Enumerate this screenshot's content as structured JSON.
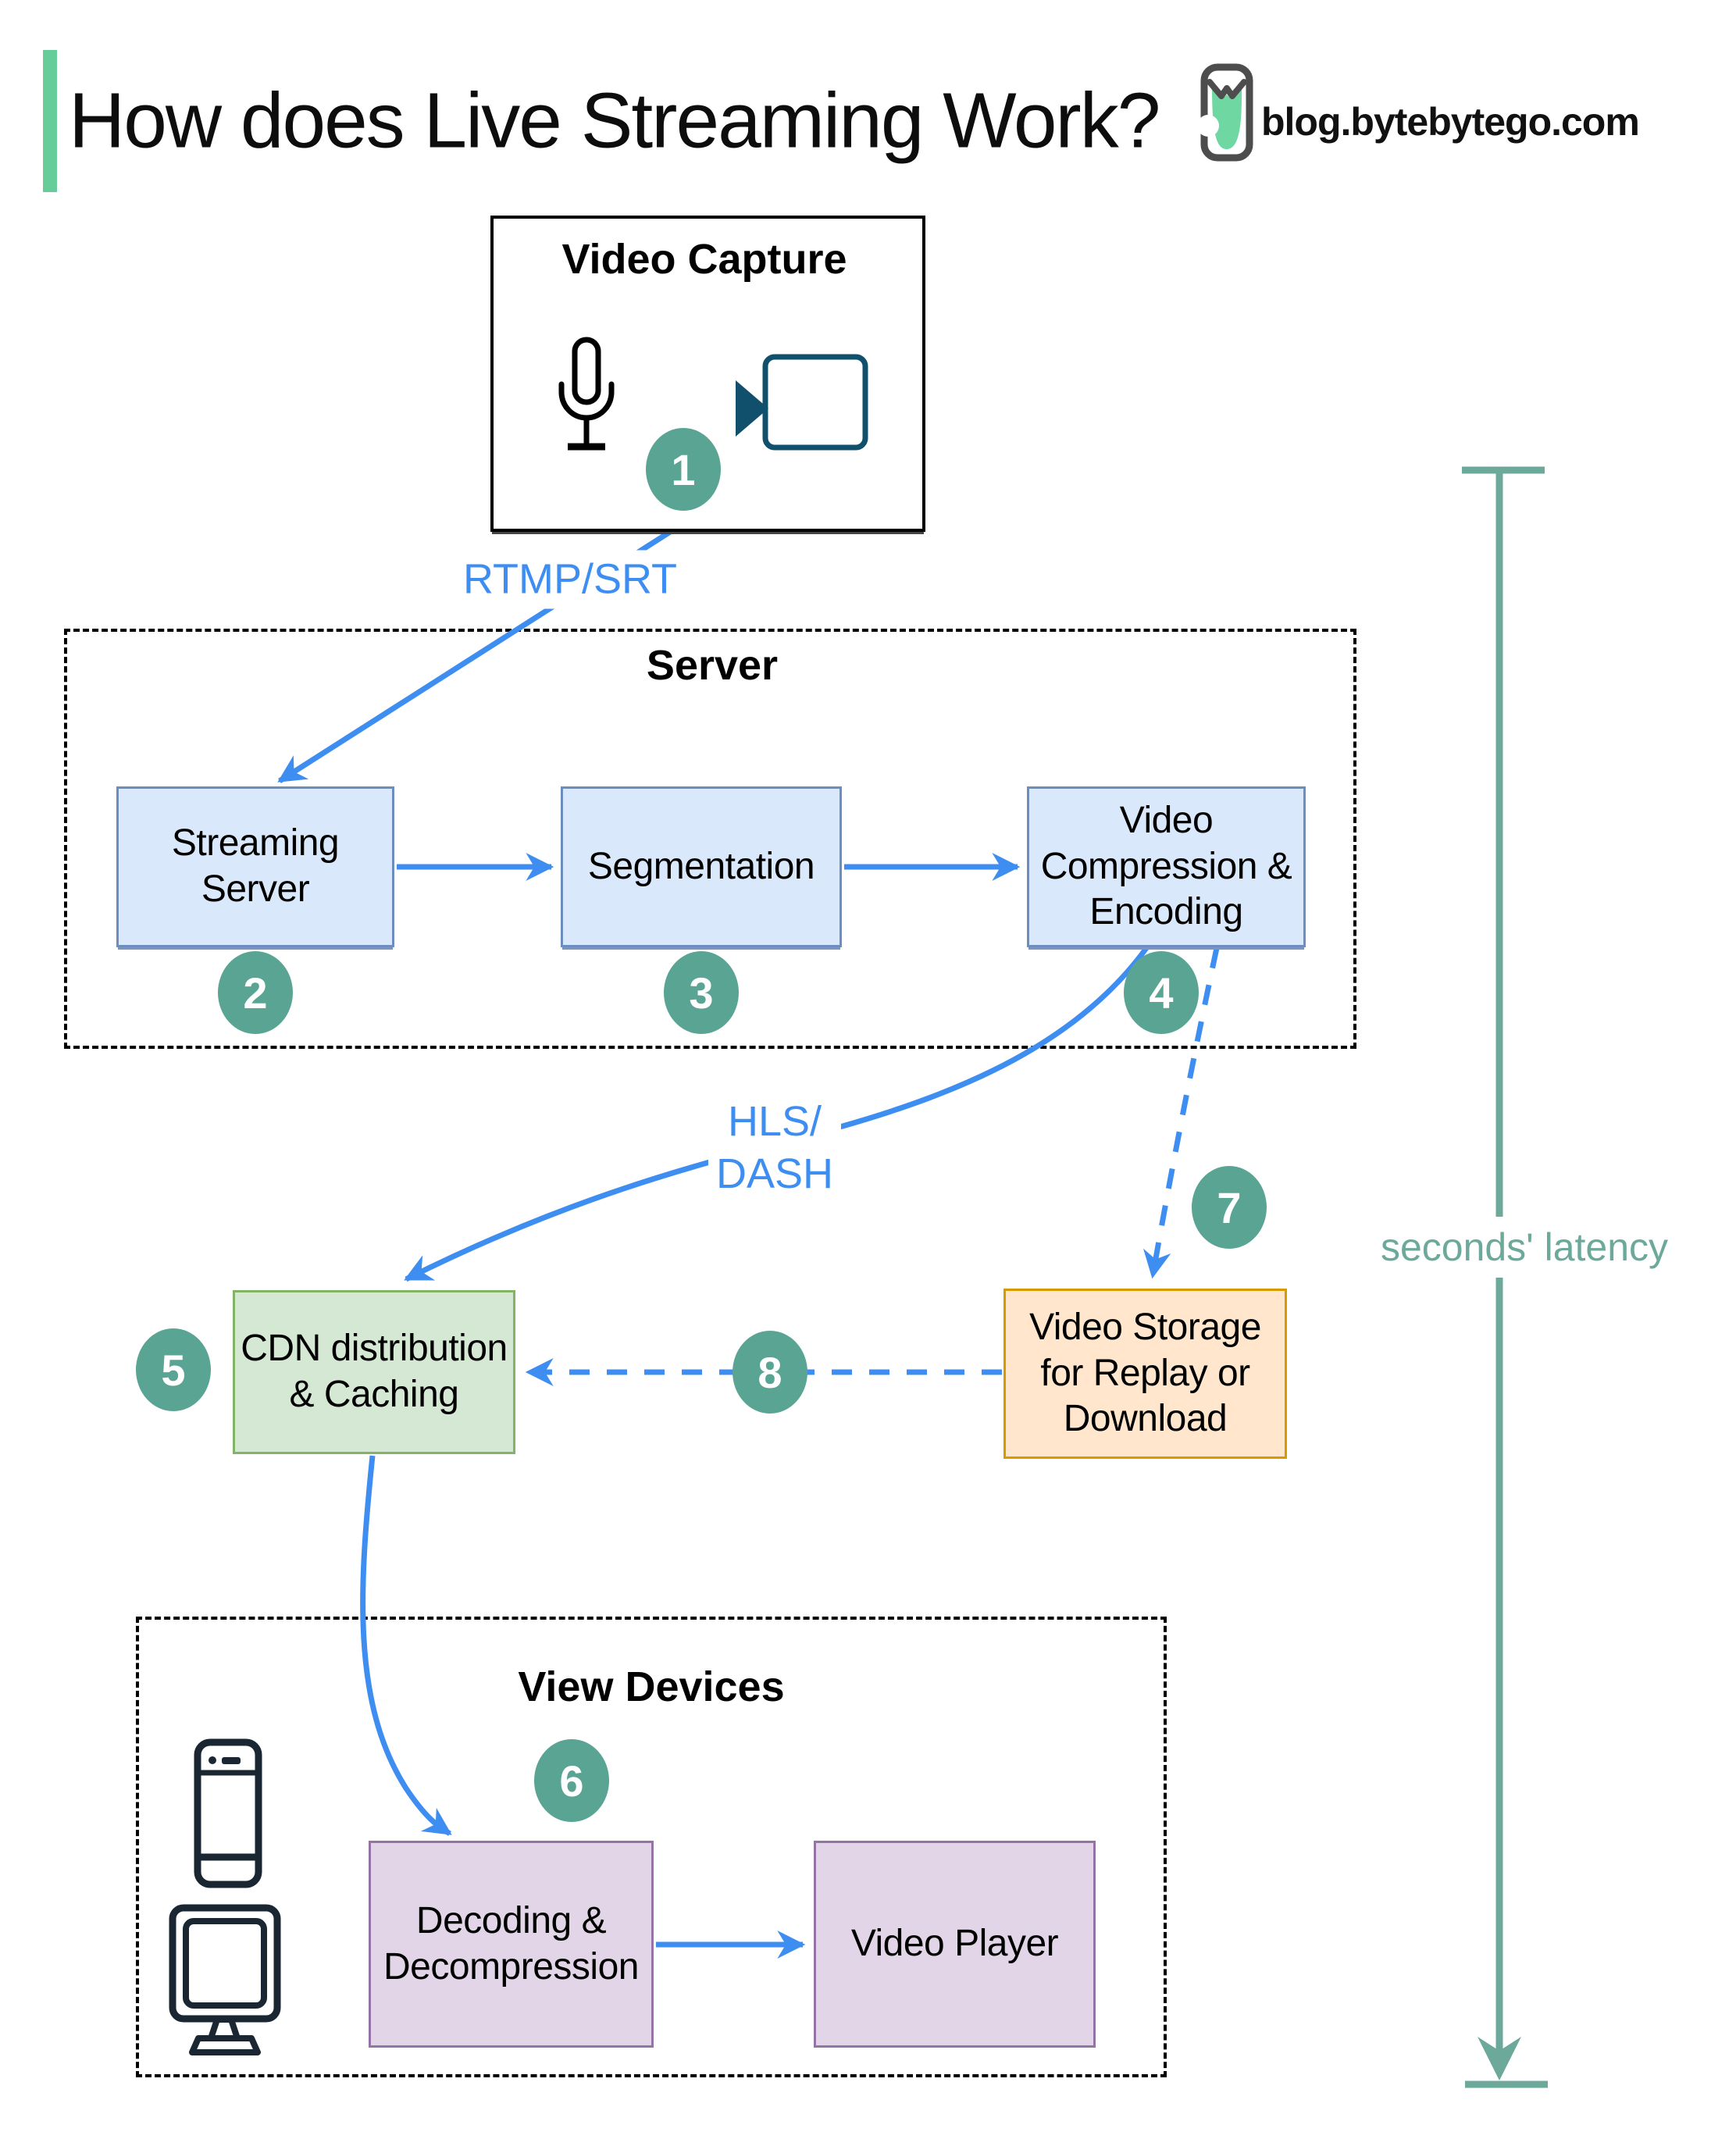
{
  "header": {
    "title": "How does Live Streaming Work?",
    "site": "blog.bytebytego.com"
  },
  "sections": {
    "server": "Server",
    "view_devices": "View Devices"
  },
  "nodes": {
    "video_capture": "Video Capture",
    "streaming_server": "Streaming Server",
    "segmentation": "Segmentation",
    "video_compression": "Video Compression & Encoding",
    "cdn": "CDN distribution & Caching",
    "video_storage": "Video Storage for Replay or Download",
    "decoding": "Decoding & Decompression",
    "video_player": "Video Player"
  },
  "edge_labels": {
    "rtmp": "RTMP/SRT",
    "hls": "HLS/\nDASH",
    "latency": "seconds' latency"
  },
  "steps": [
    "1",
    "2",
    "3",
    "4",
    "5",
    "6",
    "7",
    "8"
  ],
  "icons": {
    "logo": "bytebytego-logo-icon",
    "microphone": "microphone-icon",
    "video_camera": "video-camera-icon",
    "smartphone": "smartphone-icon",
    "monitor": "monitor-icon"
  },
  "colors": {
    "accent_mint": "#66cc9a",
    "arrow_blue": "#3e8ef2",
    "step_teal": "#5aa494",
    "latency_teal": "#6da99b",
    "node_blue_fill": "#dae8fc",
    "node_blue_stroke": "#6c8ebf",
    "node_green_fill": "#d5e8d4",
    "node_green_stroke": "#82b366",
    "node_orange_fill": "#ffe6cc",
    "node_orange_stroke": "#d79b00",
    "node_purple_fill": "#e1d5e7",
    "node_purple_stroke": "#9673a6",
    "camera_icon": "#11506d",
    "device_icon": "#1a2732"
  }
}
